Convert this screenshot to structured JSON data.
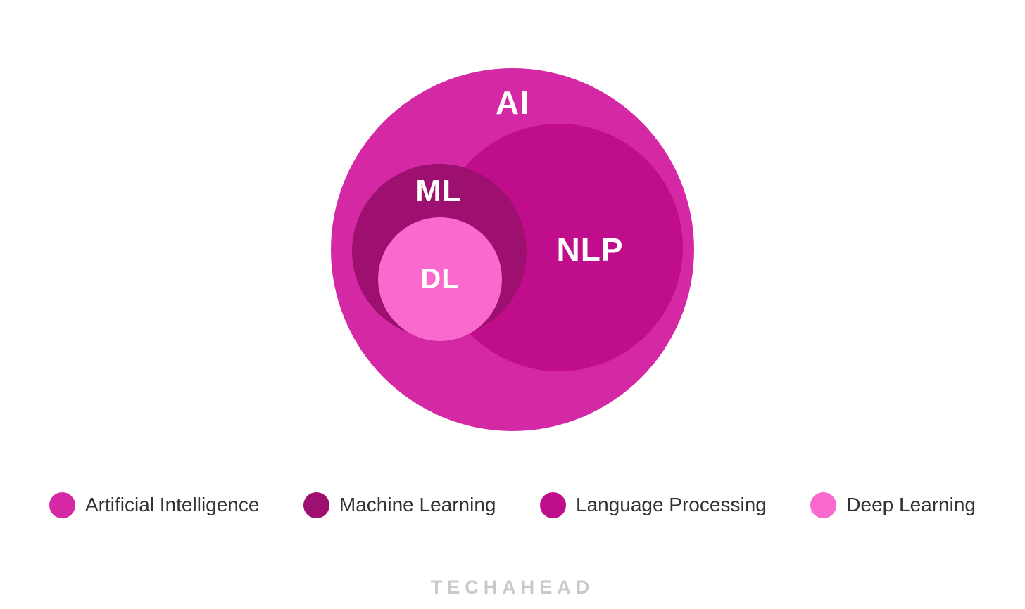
{
  "diagram": {
    "type": "venn",
    "description": "Nested/overlapping circles showing AI containing NLP and ML, with DL inside ML",
    "circles": [
      {
        "id": "ai",
        "label": "AI",
        "color": "#d428a4",
        "meaning": "Artificial Intelligence"
      },
      {
        "id": "nlp",
        "label": "NLP",
        "color": "#c00d8c",
        "meaning": "Language Processing"
      },
      {
        "id": "ml",
        "label": "ML",
        "color": "#9e1070",
        "meaning": "Machine Learning"
      },
      {
        "id": "dl",
        "label": "DL",
        "color": "#f969ce",
        "meaning": "Deep Learning"
      }
    ]
  },
  "legend": {
    "items": [
      {
        "label": "Artificial Intelligence",
        "color": "#d428a4"
      },
      {
        "label": "Machine Learning",
        "color": "#9e1070"
      },
      {
        "label": "Language Processing",
        "color": "#c00d8c"
      },
      {
        "label": "Deep Learning",
        "color": "#f969ce"
      }
    ]
  },
  "footer": {
    "brand": "TECHAHEAD"
  },
  "colors": {
    "background": "#ffffff",
    "label_text": "#ffffff",
    "legend_text": "#333333",
    "footer_text": "#c9c9c9"
  }
}
